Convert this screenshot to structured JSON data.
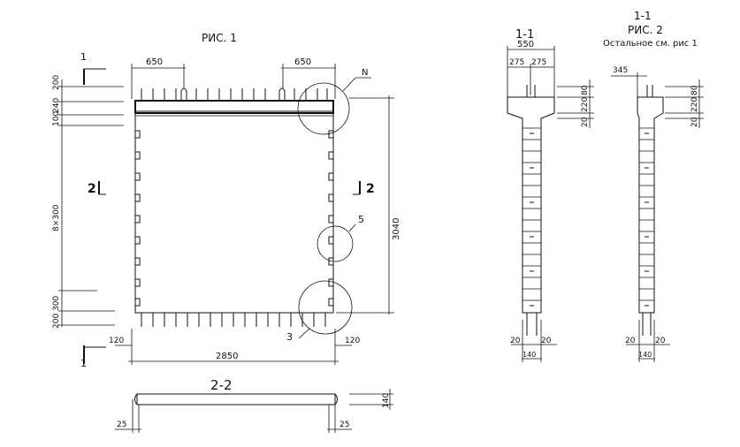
{
  "drawing": {
    "fig1_title": "РИС. 1",
    "fig2_title": "РИС. 2",
    "fig2_note": "Остальное  см. рис 1",
    "section_1_1": "1-1",
    "section_1_1_b": "1-1",
    "section_2_2": "2-2",
    "cut_mark_1": "1",
    "cut_mark_2": "2",
    "callout_N": "N",
    "callout_5": "5",
    "callout_3": "3"
  },
  "fig1_dims": {
    "top_left": "650",
    "top_right": "650",
    "left_200_top": "200",
    "left_240": "240",
    "left_100": "100",
    "left_8x300": "8×300",
    "left_300": "300",
    "left_200_bottom": "200",
    "height_total": "3040",
    "edge_left": "120",
    "edge_right": "120",
    "width_total": "2850"
  },
  "section_dims": {
    "width_550": "550",
    "half_left": "275",
    "half_right": "275",
    "head_80": "80",
    "head_220": "220",
    "head_20": "20",
    "foot_20_l": "20",
    "foot_20_r": "20",
    "foot_140": "140"
  },
  "fig2_dims": {
    "offset_345": "345",
    "head_80": "80",
    "head_220": "220",
    "head_20": "20",
    "foot_20_l": "20",
    "foot_20_r": "20",
    "foot_140": "140"
  },
  "plan_dims": {
    "thickness_140": "140",
    "end_left_25": "25",
    "end_right_25": "25"
  }
}
